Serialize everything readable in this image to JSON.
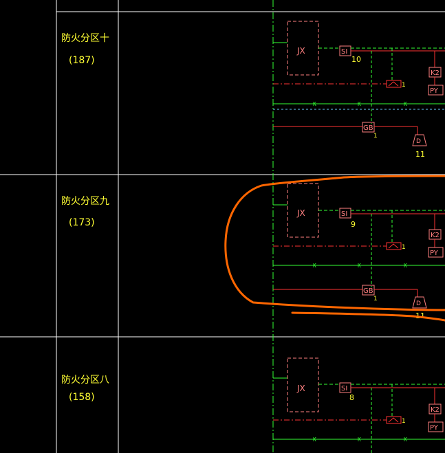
{
  "zones": [
    {
      "name": "防火分区十",
      "count": "(187)",
      "si_count": "10",
      "alarm_count": "1",
      "gb_count": "1",
      "d_count": "11",
      "labels": {
        "jx": "JX",
        "si": "SI",
        "gb": "GB",
        "k2": "K2",
        "py": "PY",
        "d": "D",
        "k": "K"
      }
    },
    {
      "name": "防火分区九",
      "count": "(173)",
      "si_count": "9",
      "alarm_count": "1",
      "gb_count": "1",
      "d_count": "11",
      "labels": {
        "jx": "JX",
        "si": "SI",
        "gb": "GB",
        "k2": "K2",
        "py": "PY",
        "d": "D",
        "k": "K"
      }
    },
    {
      "name": "防火分区八",
      "count": "(158)",
      "si_count": "8",
      "alarm_count": "1",
      "labels": {
        "jx": "JX",
        "si": "SI",
        "k2": "K2",
        "py": "PY",
        "k": "K"
      }
    }
  ],
  "colors": {
    "grid": "#ffffff",
    "zone_text": "#ffff33",
    "red_line": "#ff3333",
    "green_line": "#33ff33",
    "cyan_line": "#66ccff",
    "highlight": "#ff6600",
    "box": "#ff8080"
  }
}
